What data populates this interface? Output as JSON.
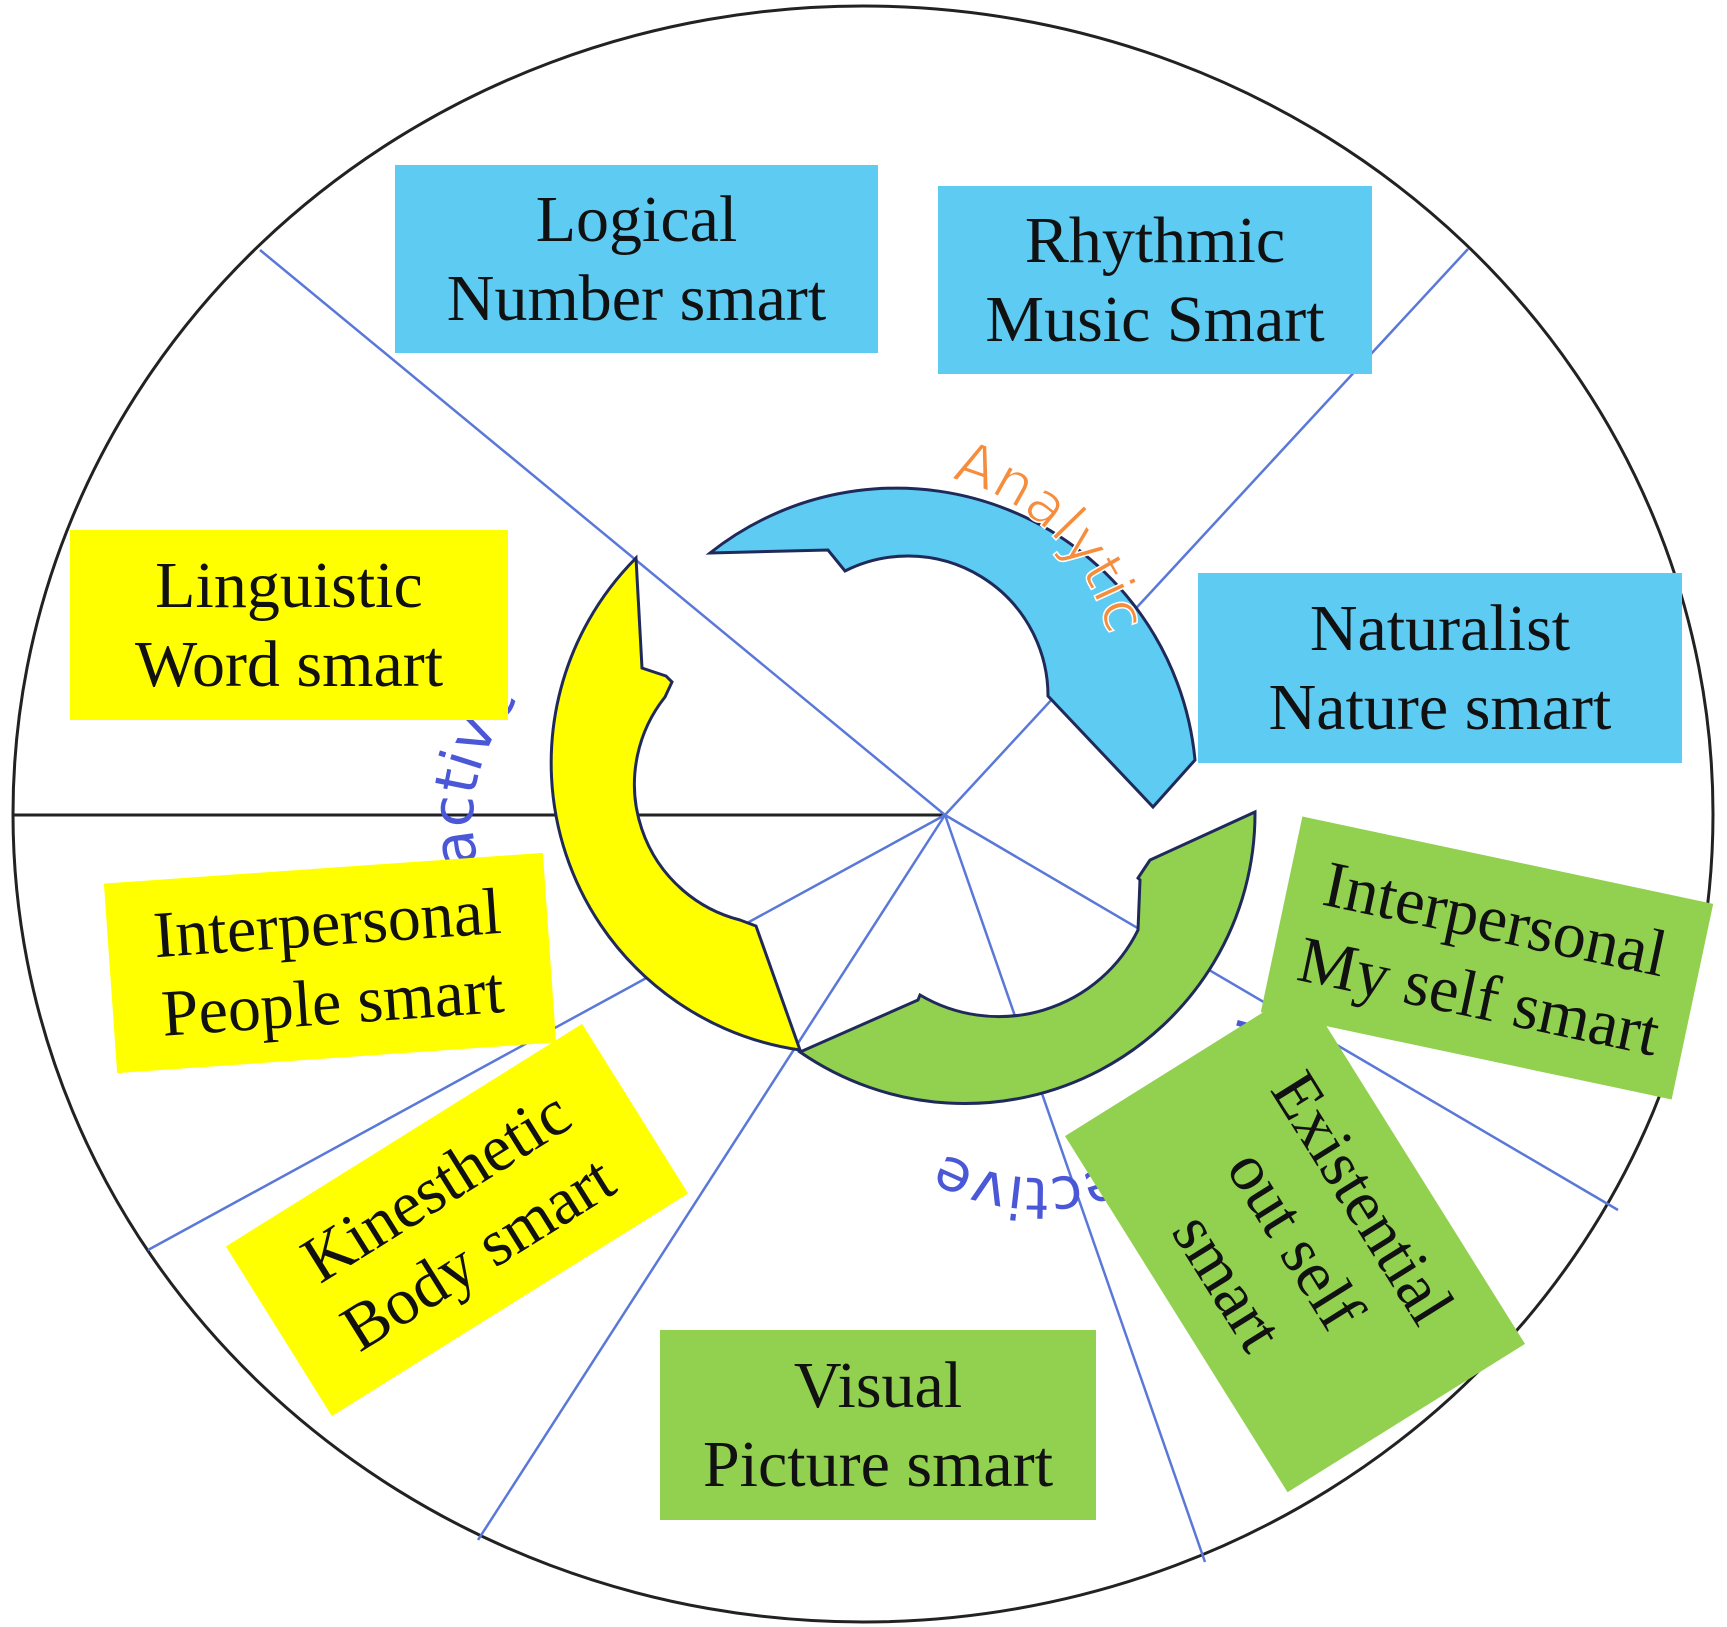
{
  "colors": {
    "blue": "#5ecbf3",
    "yellow": "#ffff00",
    "green": "#92d050",
    "spoke": "#5a78d8",
    "outline": "#1f2a5a",
    "analytic_text": "#f58d3d",
    "interactive_text": "#4a57d6",
    "introspective_text": "#4a57d6"
  },
  "arcs": {
    "analytic": {
      "label": "Analytic"
    },
    "interactive": {
      "label": "Interactive"
    },
    "introspective": {
      "label": "Introspective"
    }
  },
  "boxes": {
    "logical": {
      "line1": "Logical",
      "line2": "Number smart"
    },
    "rhythmic": {
      "line1": "Rhythmic",
      "line2": "Music Smart"
    },
    "naturalist": {
      "line1": "Naturalist",
      "line2": "Nature  smart"
    },
    "linguistic": {
      "line1": "Linguistic",
      "line2": "Word smart"
    },
    "interpersonal_people": {
      "line1": "Interpersonal",
      "line2": "People smart"
    },
    "kinesthetic": {
      "line1": "Kinesthetic",
      "line2": "Body smart"
    },
    "visual": {
      "line1": "Visual",
      "line2": "Picture smart"
    },
    "existential": {
      "line1": "Existential",
      "line2": "out self",
      "line3": "smart"
    },
    "interpersonal_self": {
      "line1": "Interpersonal",
      "line2": "My self smart"
    }
  }
}
